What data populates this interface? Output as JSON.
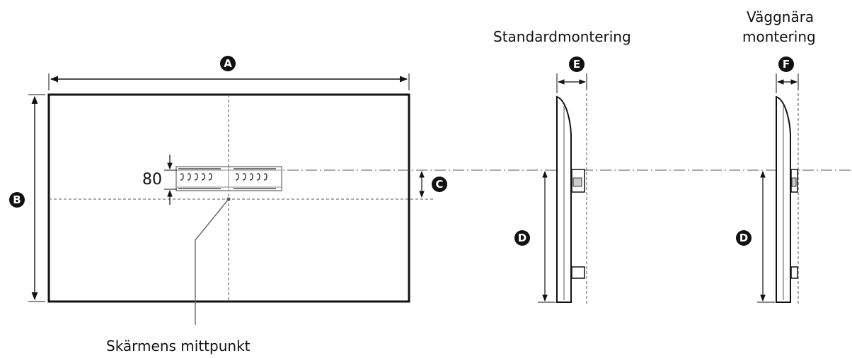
{
  "labels": {
    "standard_mount": "Standardmontering",
    "wall_close_mount_line1": "Väggnära",
    "wall_close_mount_line2": "montering",
    "screen_center": "Skärmens mittpunkt",
    "dimension_80": "80"
  },
  "badges": {
    "a": "A",
    "b": "B",
    "c": "C",
    "d_standard": "D",
    "d_close": "D",
    "e": "E",
    "f": "F"
  }
}
